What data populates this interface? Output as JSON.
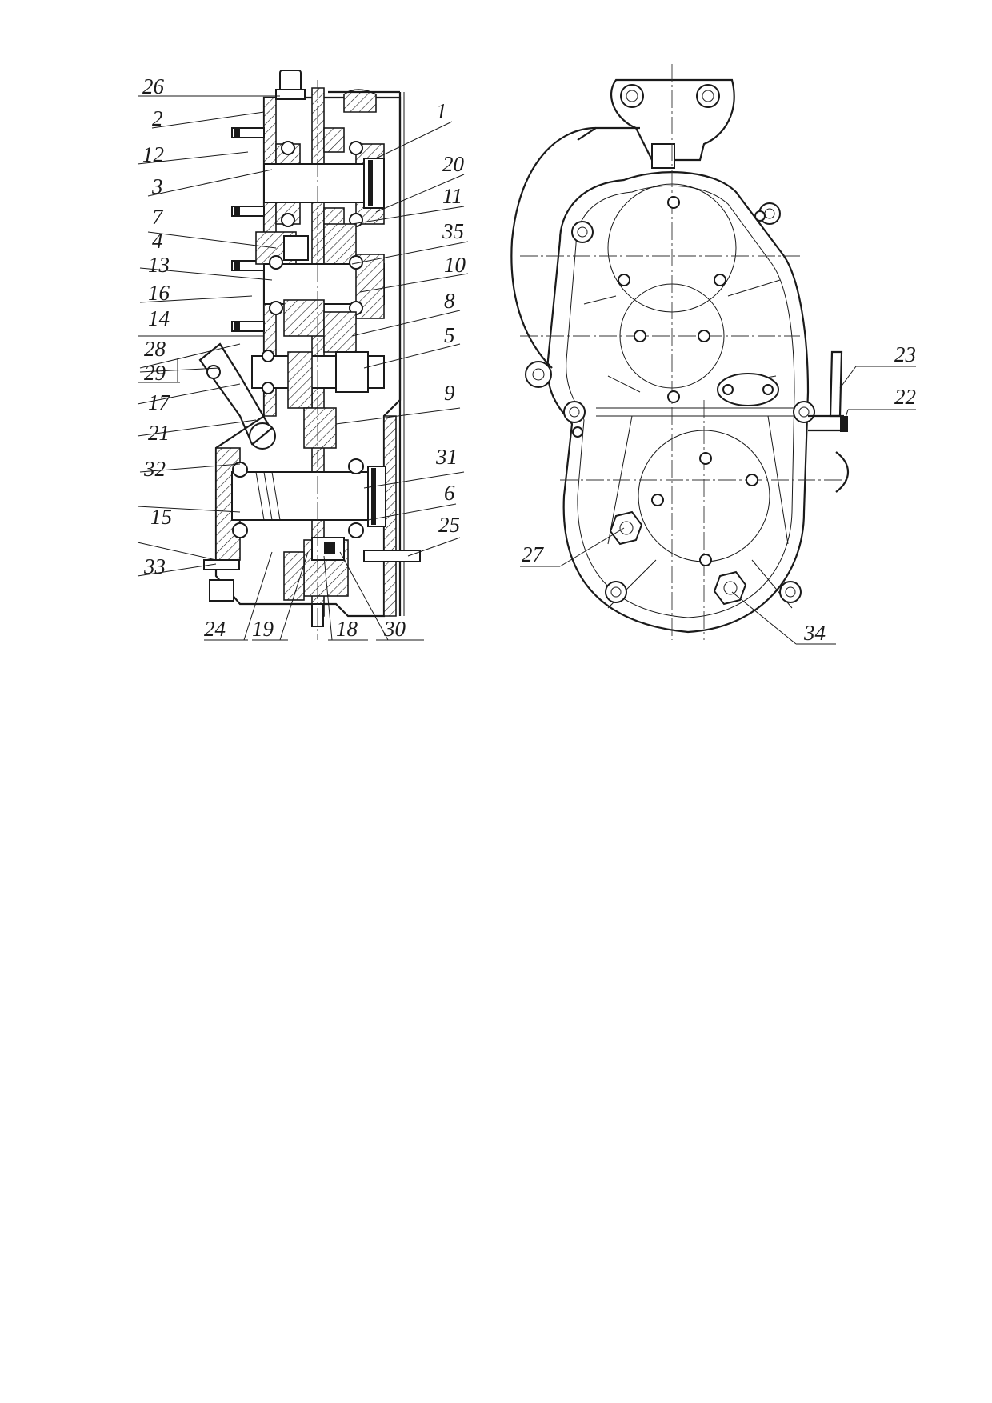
{
  "labels": {
    "left": [
      "26",
      "2",
      "12",
      "1",
      "3",
      "20",
      "7",
      "11",
      "4",
      "35",
      "13",
      "10",
      "16",
      "8",
      "14",
      "5",
      "28",
      "29",
      "17",
      "9",
      "21",
      "31",
      "32",
      "6",
      "15",
      "25",
      "33",
      "24",
      "19",
      "18",
      "30"
    ],
    "right": [
      "23",
      "22",
      "27",
      "34"
    ]
  },
  "colors": {
    "ink": "#1a1a1a",
    "paper": "#ffffff"
  }
}
